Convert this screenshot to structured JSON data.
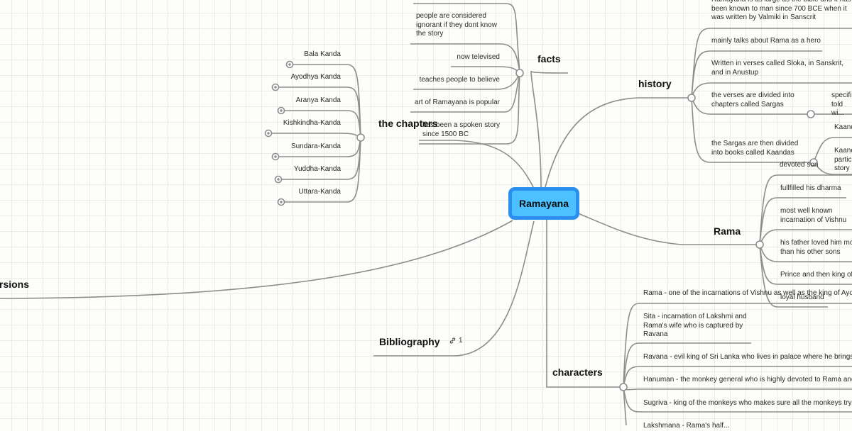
{
  "root": {
    "label": "Ramayana",
    "fill_color": "#4dc1ff",
    "border_color": "#2b8fef"
  },
  "branches": {
    "facts": {
      "label": "facts",
      "items": [
        "people are considered ignorant if they dont know the story",
        "now televised",
        "teaches people to believe",
        "art of Ramayana is popular",
        "has been a spoken story since 1500 BC"
      ]
    },
    "chapters": {
      "label": "the chapters",
      "items": [
        "Bala Kanda",
        "Ayodhya Kanda",
        "Aranya Kanda",
        "Kishkindha-Kanda",
        "Sundara-Kanda",
        "Yuddha-Kanda",
        "Uttara-Kanda"
      ]
    },
    "history": {
      "label": "history",
      "items": [
        "Ramayana is as large as the bible and it has been known to man since 700 BCE when it was written by Valmiki in Sanscrit",
        "mainly talks about Rama as a hero",
        "Written in verses called Sloka, in Sanskrit, and in Anustup",
        "the verses are divided into chapters called Sargas",
        "the Sargas are then divided into books called Kaandas"
      ],
      "sargas_child": "specifi... told wi...",
      "kaandas_children": [
        "Kaand...",
        "Kaand... partic... story"
      ]
    },
    "rama": {
      "label": "Rama",
      "items": [
        "devoted son",
        "fullfilled his dharma",
        "most well known incarnation of Vishnu",
        "his father loved him more than his other sons",
        "Prince and then king of...",
        "loyal husband"
      ]
    },
    "characters": {
      "label": "characters",
      "items": [
        "Rama - one of the incarnations of Vishnu as well as the king of Ayodhya",
        "Sita - incarnation of Lakshmi and Rama's wife who is captured by Ravana",
        "Ravana - evil king of Sri Lanka who lives in palace where he brings",
        "Hanuman - the monkey general who is highly devoted to Rama and",
        "Sugriva - king of the monkeys who makes sure all the monkeys try",
        "Lakshmana - Rama's half..."
      ]
    },
    "bibliography": {
      "label": "Bibliography",
      "link_count": "1",
      "link_icon": "link-icon"
    },
    "versions": {
      "label": "rsions"
    }
  }
}
